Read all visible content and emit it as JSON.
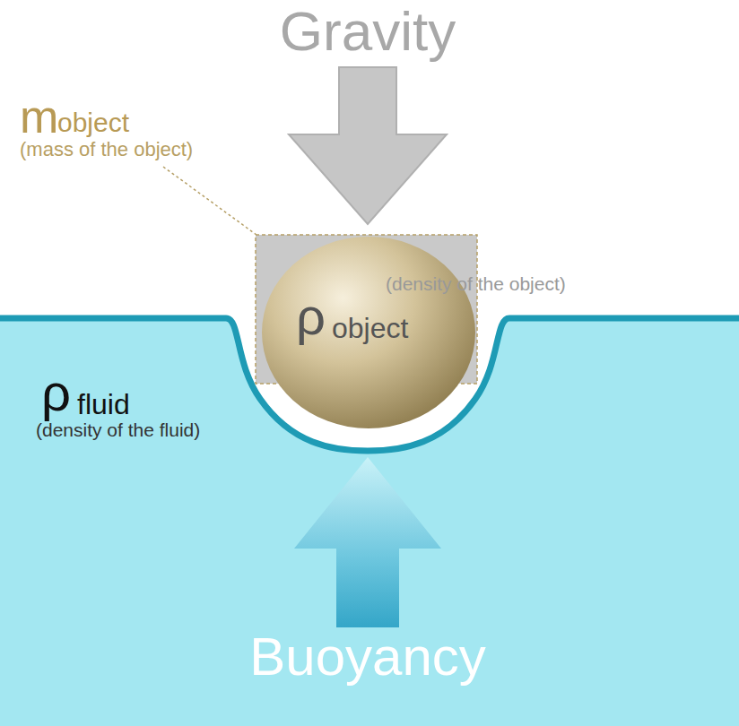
{
  "diagram": {
    "nodes": [
      {
        "text": [
          "ρ",
          "object"
        ]
      },
      {
        "text": [
          "ρ",
          "fluid",
          "(density of the fluid)",
          "Buoyancy"
        ]
      }
    ],
    "labels": [
      "Gravity",
      "m",
      "object",
      "(mass of the object)",
      "(density of the object)"
    ]
  }
}
